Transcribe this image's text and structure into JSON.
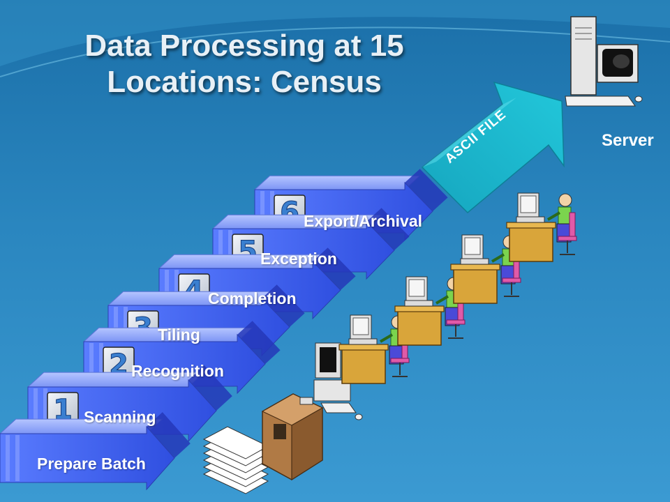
{
  "title": "Data Processing at 15 Locations: Census",
  "server_label": "Server",
  "ascii_label": "ASCII FILE",
  "steps": [
    {
      "number": "1",
      "label": "Scanning"
    },
    {
      "number": "2",
      "label": "Recognition"
    },
    {
      "number": "3",
      "label": "Tiling"
    },
    {
      "number": "4",
      "label": "Completion"
    },
    {
      "number": "5",
      "label": "Exception"
    },
    {
      "number": "6",
      "label": "Export/Archival"
    }
  ],
  "base_step": {
    "label": "Prepare Batch"
  },
  "colors": {
    "arrow_top": "#8fa8ff",
    "arrow_front": "#3f63f0",
    "arrow_side": "#2437b8",
    "ascii_arrow": "#1ab3cc",
    "number_digit": "#3a7fd0",
    "desk": "#d9a53a",
    "shirt": "#7bd44e",
    "chair": "#e05aa8"
  },
  "icons": [
    "printer-icon",
    "paper-stack-icon",
    "computer-workstation-icon",
    "operator-at-desk-icon",
    "server-tower-icon"
  ]
}
